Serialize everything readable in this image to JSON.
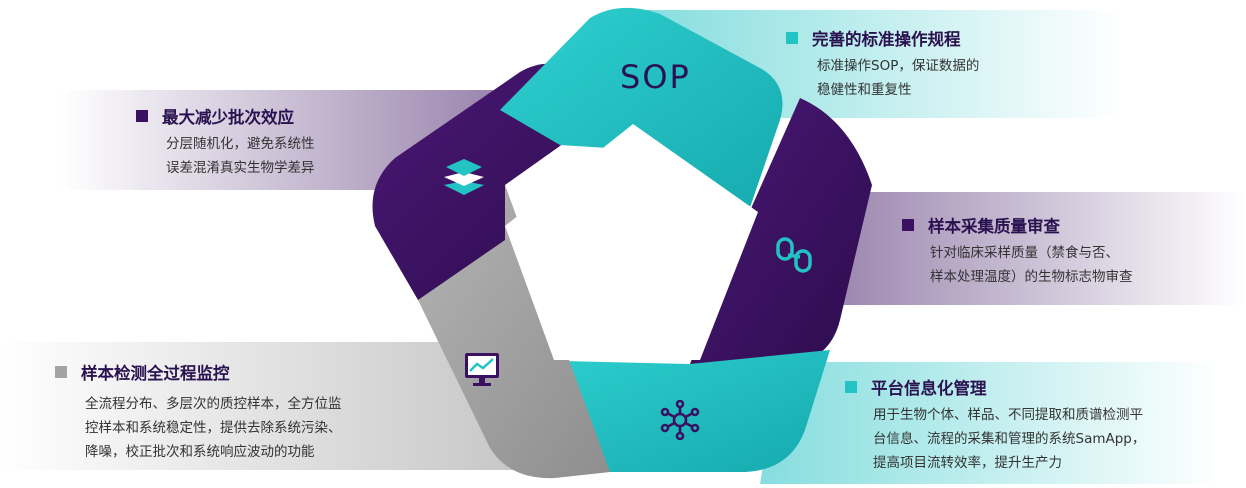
{
  "center_icon_label": "SOP",
  "colors": {
    "teal": "#23c2c4",
    "purple": "#3a1160",
    "grey": "#a3a3a3"
  },
  "items": [
    {
      "id": "sop",
      "title": "完善的标准操作规程",
      "lines": [
        "标准操作SOP，保证数据的",
        "稳健性和重复性"
      ],
      "icon": "sop-text-icon"
    },
    {
      "id": "quality",
      "title": "样本采集质量审查",
      "lines": [
        "针对临床采样质量（禁食与否、",
        "样本处理温度）的生物标志物审查"
      ],
      "icon": "link-chain-icon"
    },
    {
      "id": "platform",
      "title": "平台信息化管理",
      "lines": [
        "用于生物个体、样品、不同提取和质谱检测平",
        "台信息、流程的采集和管理的系统SamApp，",
        "提高项目流转效率，提升生产力"
      ],
      "icon": "network-hub-icon"
    },
    {
      "id": "monitor",
      "title": "样本检测全过程监控",
      "lines": [
        "全流程分布、多层次的质控样本，全方位监",
        "控样本和系统稳定性，提供去除系统污染、",
        "降噪，校正批次和系统响应波动的功能"
      ],
      "icon": "monitor-chart-icon"
    },
    {
      "id": "batch",
      "title": "最大减少批次效应",
      "lines": [
        "分层随机化，避免系统性",
        "误差混淆真实生物学差异"
      ],
      "icon": "layers-icon"
    }
  ]
}
